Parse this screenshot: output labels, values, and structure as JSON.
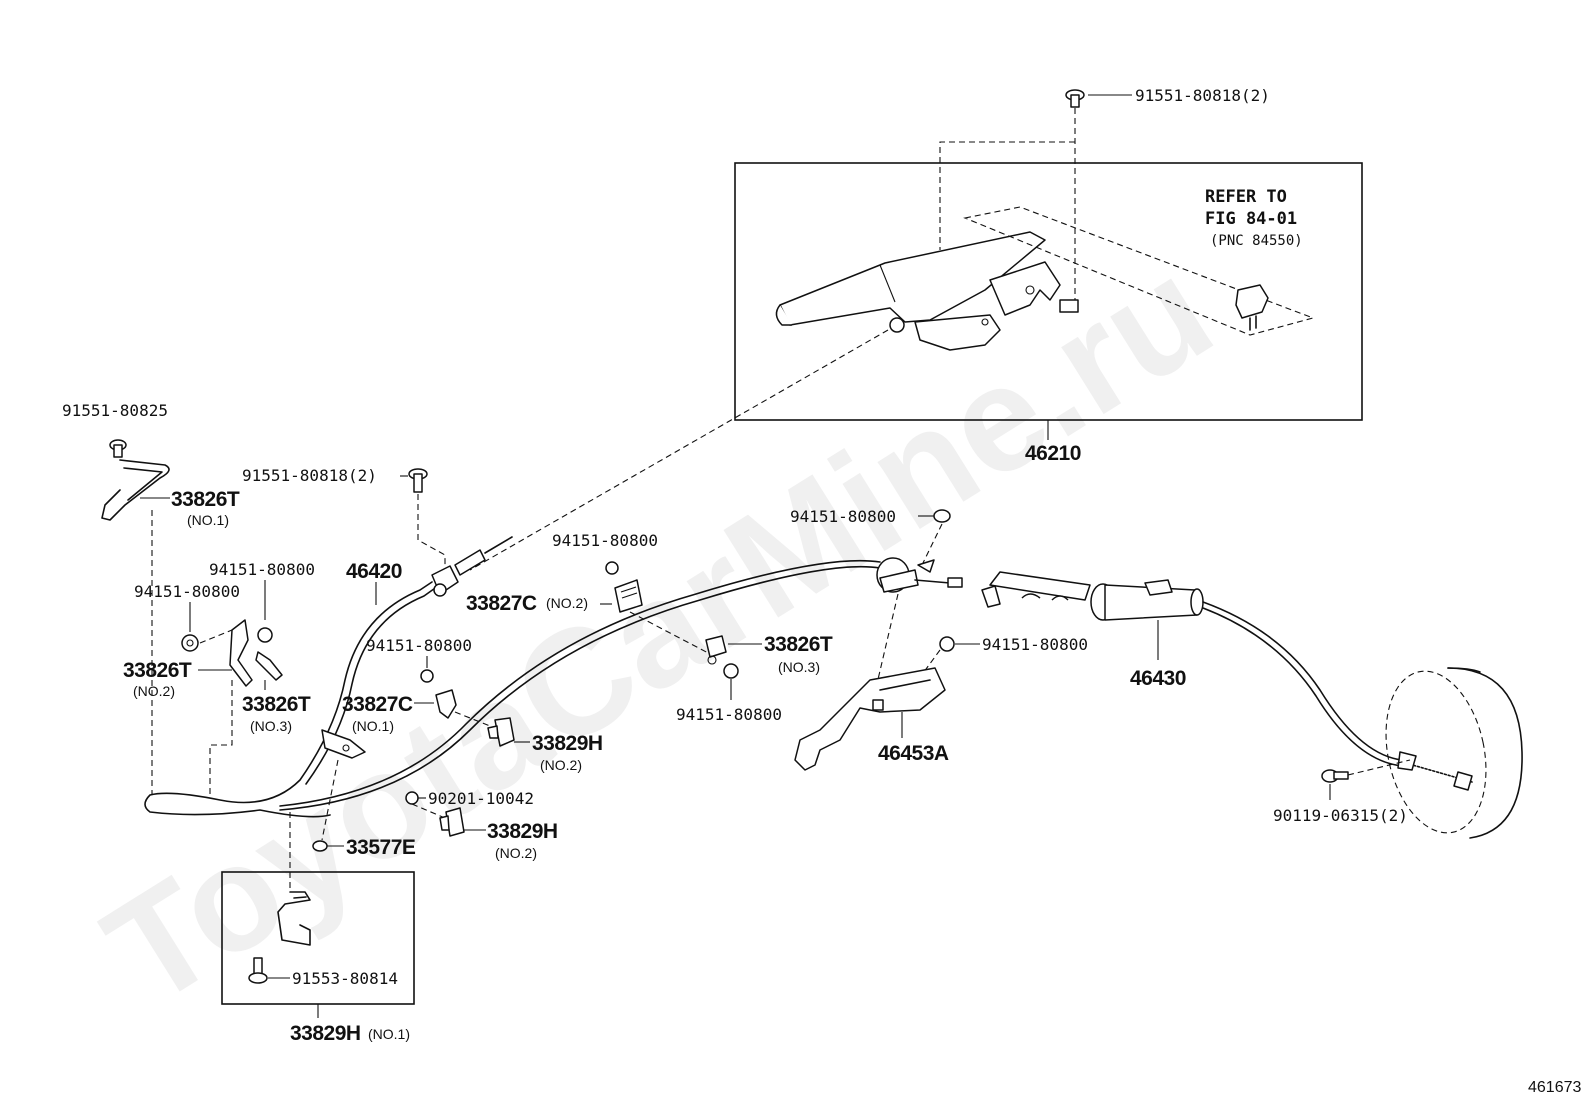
{
  "watermark": "ToyotaCarMine.ru",
  "figure_number": "461673",
  "refer_note": {
    "line1": "REFER TO",
    "line2": "FIG 84-01",
    "line3": "(PNC 84550)"
  },
  "labels": {
    "p91551_80818_top": "91551-80818(2)",
    "p46210": "46210",
    "p91551_80825": "91551-80825",
    "p33826T_no1": "33826T",
    "p33826T_no1_sub": "(NO.1)",
    "p91551_80818_mid": "91551-80818(2)",
    "p46420": "46420",
    "p94151_80800_a": "94151-80800",
    "p94151_80800_b": "94151-80800",
    "p33826T_no2": "33826T",
    "p33826T_no2_sub": "(NO.2)",
    "p33826T_no3a": "33826T",
    "p33826T_no3a_sub": "(NO.3)",
    "p33827C_no2": "33827C",
    "p33827C_no2_sub": "(NO.2)",
    "p94151_80800_c": "94151-80800",
    "p94151_80800_d": "94151-80800",
    "p33827C_no1": "33827C",
    "p33827C_no1_sub": "(NO.1)",
    "p33829H_no2a": "33829H",
    "p33829H_no2a_sub": "(NO.2)",
    "p90201_10042": "90201-10042",
    "p33829H_no2b": "33829H",
    "p33829H_no2b_sub": "(NO.2)",
    "p33577E": "33577E",
    "p91553_80814": "91553-80814",
    "p33829H_no1": "33829H",
    "p33829H_no1_sub": "(NO.1)",
    "p94151_80800_e": "94151-80800",
    "p33826T_no3b": "33826T",
    "p33826T_no3b_sub": "(NO.3)",
    "p94151_80800_f": "94151-80800",
    "p94151_80800_g": "94151-80800",
    "p46430": "46430",
    "p46453A": "46453A",
    "p90119_06315": "90119-06315(2)"
  }
}
